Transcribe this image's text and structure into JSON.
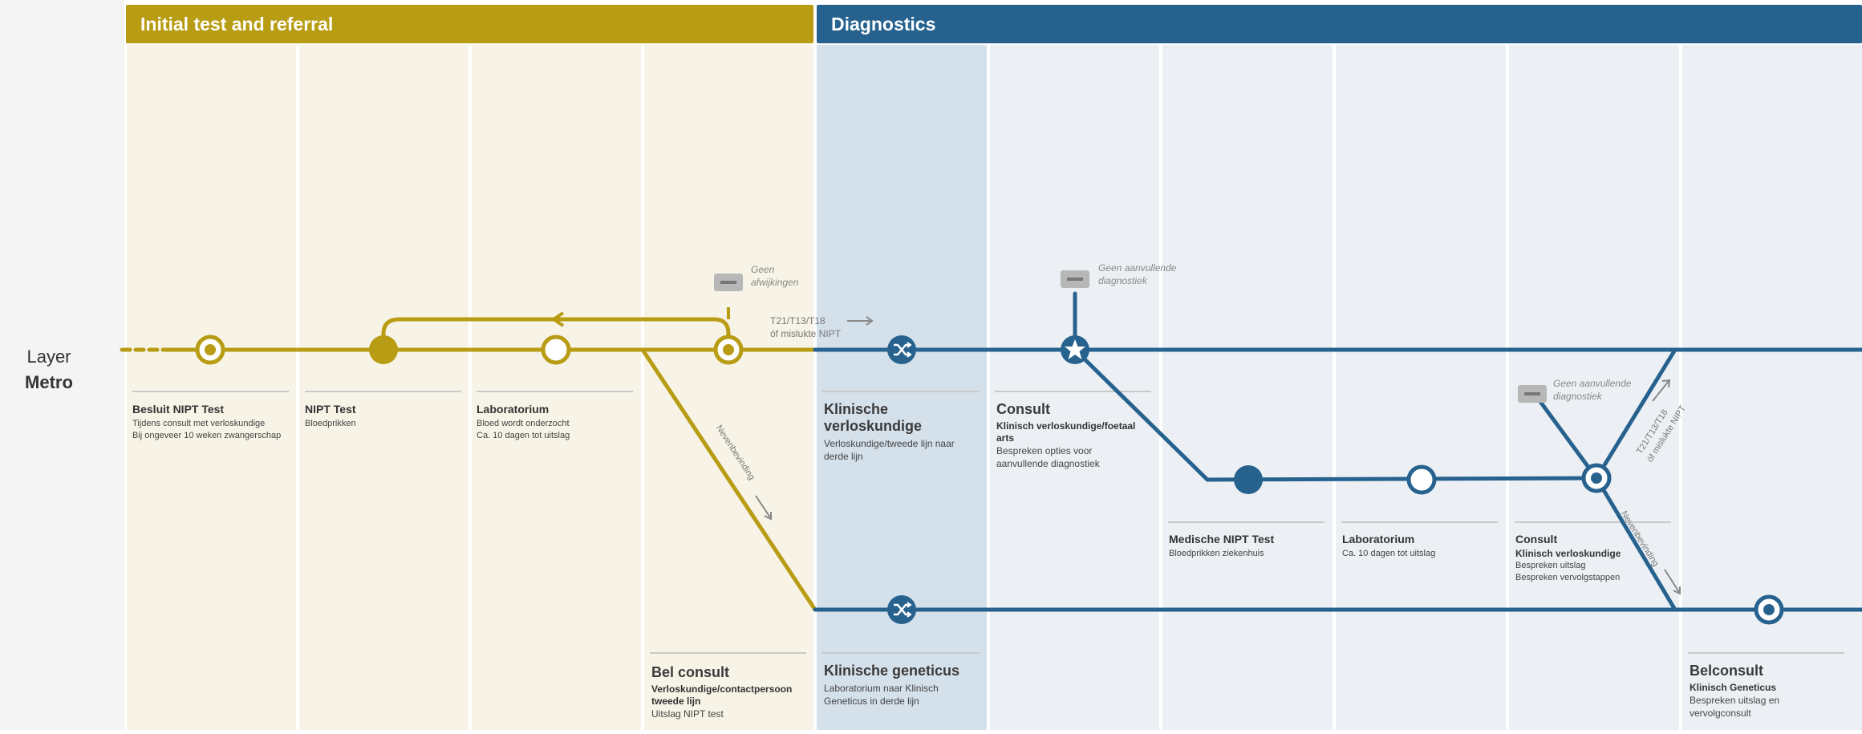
{
  "phases": [
    {
      "label": "Initial test and referral",
      "color": "#b89c14"
    },
    {
      "label": "Diagnostics",
      "color": "#27628f"
    }
  ],
  "layer": {
    "label": "Layer",
    "name": "Metro"
  },
  "colors": {
    "gold": "#b89c14",
    "blue": "#27628f",
    "lane_beige": "#f7f3e6",
    "lane_blue_highlight": "#d4e0ea",
    "lane_blue": "#ecf0f4",
    "separator": "#ffffff",
    "lane_left_bg": "#f4f4f4",
    "grey_box": "#b7b7b7"
  },
  "stations": {
    "besluit": {
      "title": "Besluit NIPT Test",
      "lines": [
        "Tijdens consult met verloskundige",
        "Bij ongeveer 10 weken zwangerschap"
      ]
    },
    "nipt": {
      "title": "NIPT Test",
      "lines": [
        "Bloedprikken"
      ]
    },
    "lab1": {
      "title": "Laboratorium",
      "lines": [
        "Bloed wordt onderzocht",
        "Ca. 10 dagen tot uitslag"
      ]
    },
    "belconsult1": {
      "title": "Bel consult",
      "bold": [
        "Verloskundige/contactpersoon",
        "tweede lijn"
      ],
      "lines": [
        "Uitslag NIPT test"
      ]
    },
    "klin_verlos": {
      "title": "Klinische verloskundige",
      "lines": [
        "Verloskundige/tweede lijn naar",
        "derde lijn"
      ]
    },
    "klin_gen": {
      "title": "Klinische geneticus",
      "lines": [
        "Laboratorium naar Klinisch",
        "Geneticus in derde lijn"
      ]
    },
    "consult1": {
      "title": "Consult",
      "bold": [
        "Klinisch verloskundige/foetaal",
        "arts"
      ],
      "lines": [
        "Bespreken opties voor",
        "aanvullende diagnostiek"
      ]
    },
    "med_nipt": {
      "title": "Medische NIPT Test",
      "lines": [
        "Bloedprikken ziekenhuis"
      ]
    },
    "lab2": {
      "title": "Laboratorium",
      "lines": [
        "Ca. 10 dagen tot uitslag"
      ]
    },
    "consult2": {
      "title": "Consult",
      "bold": [
        "Klinisch verloskundige"
      ],
      "lines": [
        "Bespreken uitslag",
        "Bespreken vervolgstappen"
      ]
    },
    "belconsult2": {
      "title": "Belconsult",
      "bold": [
        "Klinisch Geneticus"
      ],
      "lines": [
        "Bespreken uitslag en",
        "vervolgconsult"
      ]
    }
  },
  "notes": {
    "geen_afw": [
      "Geen",
      "afwijkingen"
    ],
    "geen_aanv1": [
      "Geen aanvullende",
      "diagnostiek"
    ],
    "geen_aanv2": [
      "Geen aanvullende",
      "diagnostiek"
    ],
    "t21_1": [
      "T21/T13/T18",
      "óf mislukte NIPT"
    ],
    "t21_2": "T21/T13/T18",
    "t21_2b": "óf mislukte NIPT",
    "neven1": "Nevenbevinding",
    "neven2": "Nevenbevinding"
  },
  "icons": {
    "transfer": "shuffle-icon",
    "star": "star-icon",
    "stop": "minus-icon",
    "arrow": "arrow-right-icon"
  }
}
